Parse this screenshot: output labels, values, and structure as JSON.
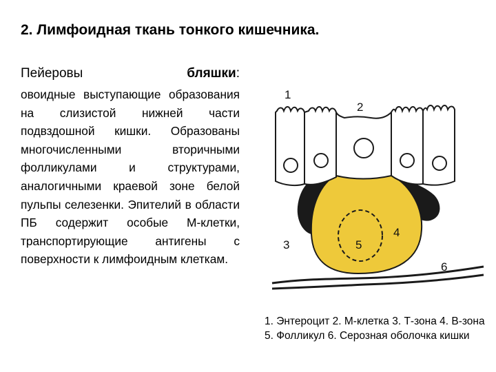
{
  "title": "2. Лимфоидная ткань тонкого кишечника.",
  "heading": {
    "left": "Пейеровы",
    "right_bold": "бляшки",
    "right_colon": ":"
  },
  "body": "овоидные выступающие образования на слизистой нижней части подвздошной кишки. Образованы многочисленными вторичными фолликулами и структурами, аналогичными краевой зоне белой пульпы селезенки. Эпителий в области ПБ содержит особые М-клетки, транспортирующие антигены с поверхности к лимфоидным клеткам.",
  "diagram": {
    "labels": {
      "l1": "1",
      "l2": "2",
      "l3": "3",
      "l4": "4",
      "l5": "5",
      "l6": "6"
    },
    "colors": {
      "follicle": "#eec93a",
      "bzone": "#1a1a1a",
      "outline": "#1a1a1a"
    }
  },
  "caption": "1. Энтероцит 2. М-клетка 3. Т-зона 4. В-зона 5. Фолликул 6. Серозная оболочка кишки"
}
